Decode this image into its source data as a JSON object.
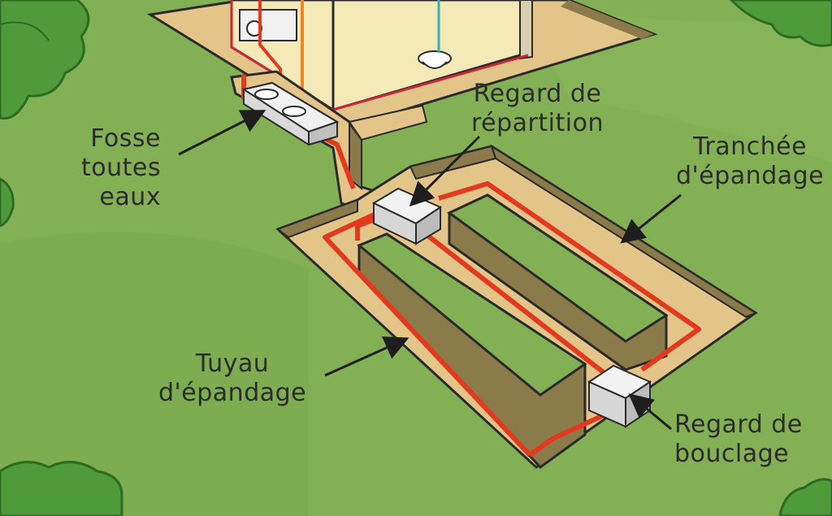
{
  "labels": {
    "fosse": [
      "Fosse",
      "toutes",
      "eaux"
    ],
    "regard_repartition": [
      "Regard de",
      "répartition"
    ],
    "tranchee": [
      "Tranchée",
      "d'épandage"
    ],
    "tuyau": [
      "Tuyau",
      "d'épandage"
    ],
    "regard_bouclage": [
      "Regard de",
      "bouclage"
    ]
  },
  "colors": {
    "grass": "#83b055",
    "grass_dark": "#6f9b43",
    "trench_floor": "#e3c58a",
    "trench_wall": "#8b7a4a",
    "pipe": "#e3391f",
    "box": "#eeeeee",
    "outline": "#2a2a2a"
  },
  "icons": [
    "bush-icon",
    "septic-tank-icon",
    "inspection-box-icon",
    "house-icon",
    "arrow-icon"
  ]
}
